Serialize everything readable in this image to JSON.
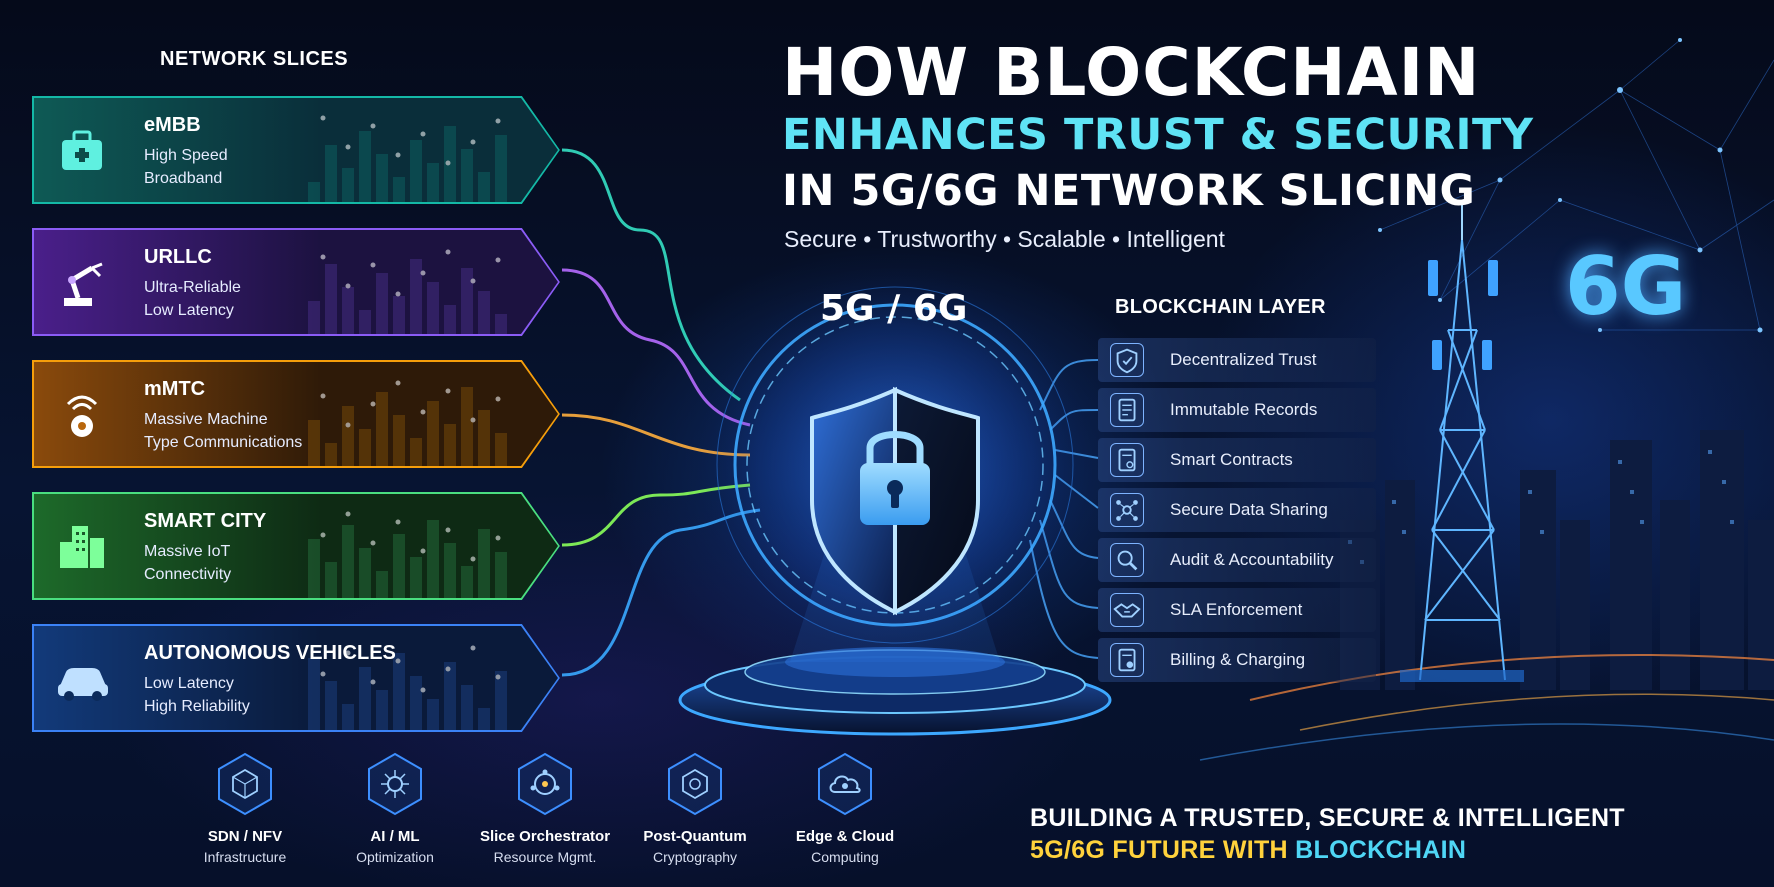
{
  "network_slices": {
    "heading": "NETWORK SLICES",
    "items": [
      {
        "title": "eMBB",
        "lines": [
          "High Speed",
          "Broadband"
        ],
        "icon": "toolkit-icon",
        "color": "#14b8a6"
      },
      {
        "title": "URLLC",
        "lines": [
          "Ultra-Reliable",
          "Low Latency"
        ],
        "icon": "robot-arm-icon",
        "color": "#8b5cf6"
      },
      {
        "title": "mMTC",
        "lines": [
          "Massive Machine",
          "Type Communications"
        ],
        "icon": "sensor-wifi-icon",
        "color": "#f59e0b"
      },
      {
        "title": "SMART CITY",
        "lines": [
          "Massive IoT",
          "Connectivity"
        ],
        "icon": "buildings-icon",
        "color": "#4ade80"
      },
      {
        "title": "AUTONOMOUS VEHICLES",
        "lines": [
          "Low Latency",
          "High Reliability"
        ],
        "icon": "car-icon",
        "color": "#3b82f6"
      }
    ]
  },
  "title": {
    "line1": "HOW BLOCKCHAIN",
    "line2": "ENHANCES TRUST & SECURITY",
    "line3": "IN 5G/6G NETWORK SLICING",
    "tagline": "Secure • Trustworthy • Scalable • Intelligent"
  },
  "center_label": "5G / 6G",
  "tower_label": "6G",
  "blockchain_layer": {
    "heading": "BLOCKCHAIN LAYER",
    "items": [
      {
        "label": "Decentralized Trust",
        "icon": "shield-icon"
      },
      {
        "label": "Immutable Records",
        "icon": "document-icon"
      },
      {
        "label": "Smart Contracts",
        "icon": "contract-icon"
      },
      {
        "label": "Secure Data Sharing",
        "icon": "network-share-icon"
      },
      {
        "label": "Audit & Accountability",
        "icon": "magnifier-icon"
      },
      {
        "label": "SLA Enforcement",
        "icon": "handshake-icon"
      },
      {
        "label": "Billing & Charging",
        "icon": "invoice-icon"
      }
    ]
  },
  "technologies": [
    {
      "name": "SDN / NFV",
      "sub": "Infrastructure",
      "icon": "cube-grid-icon"
    },
    {
      "name": "AI / ML",
      "sub": "Optimization",
      "icon": "ai-chip-icon"
    },
    {
      "name": "Slice Orchestrator",
      "sub": "Resource Mgmt.",
      "icon": "orchestrator-icon"
    },
    {
      "name": "Post-Quantum",
      "sub": "Cryptography",
      "icon": "quantum-lock-icon"
    },
    {
      "name": "Edge & Cloud",
      "sub": "Computing",
      "icon": "cloud-icon"
    }
  ],
  "footer": {
    "line1": "BUILDING A TRUSTED, SECURE & INTELLIGENT",
    "line2_part1": "5G/6G FUTURE WITH ",
    "line2_part2": "BLOCKCHAIN"
  },
  "colors": {
    "accent_cyan": "#5fe3f5",
    "accent_blue": "#3b82f6",
    "footer_yellow": "#ffd23c"
  }
}
